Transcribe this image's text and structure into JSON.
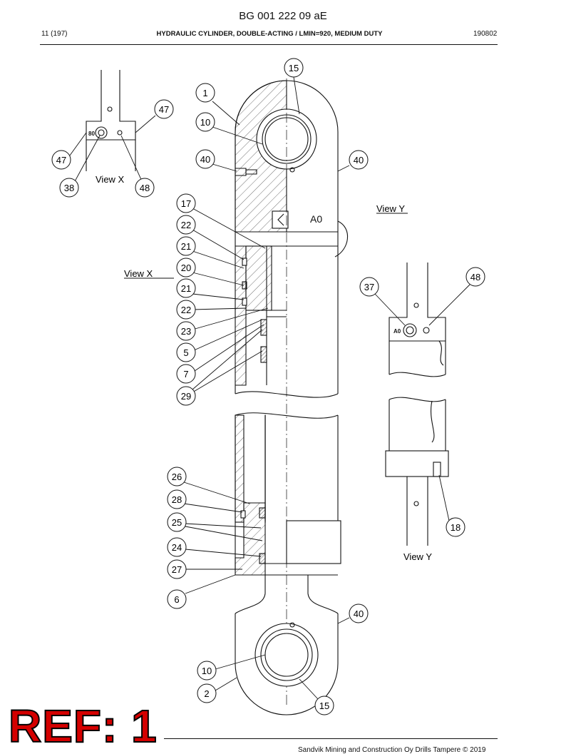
{
  "header": {
    "doc_number": "BG 001 222 09 aE",
    "page_ref": "11 (197)",
    "title": "HYDRAULIC CYLINDER, DOUBLE-ACTING / LMIN=920, MEDIUM DUTY",
    "date_code": "190802"
  },
  "views": {
    "view_x_label": "View X",
    "view_y_label": "View Y",
    "view_x_section_label": "View X",
    "view_y_section_label": "View Y"
  },
  "markings": {
    "body_mark": "A0",
    "valve_mark_left": "80",
    "valve_mark_right": "A0"
  },
  "callouts": [
    {
      "id": "c15a",
      "label": "15"
    },
    {
      "id": "c1",
      "label": "1"
    },
    {
      "id": "c47a",
      "label": "47"
    },
    {
      "id": "c10a",
      "label": "10"
    },
    {
      "id": "c47b",
      "label": "47"
    },
    {
      "id": "c40a",
      "label": "40"
    },
    {
      "id": "c40b",
      "label": "40"
    },
    {
      "id": "c38",
      "label": "38"
    },
    {
      "id": "c48a",
      "label": "48"
    },
    {
      "id": "c17",
      "label": "17"
    },
    {
      "id": "c22a",
      "label": "22"
    },
    {
      "id": "c21a",
      "label": "21"
    },
    {
      "id": "c20",
      "label": "20"
    },
    {
      "id": "c21b",
      "label": "21"
    },
    {
      "id": "c22b",
      "label": "22"
    },
    {
      "id": "c23",
      "label": "23"
    },
    {
      "id": "c5",
      "label": "5"
    },
    {
      "id": "c7",
      "label": "7"
    },
    {
      "id": "c29",
      "label": "29"
    },
    {
      "id": "c37",
      "label": "37"
    },
    {
      "id": "c48b",
      "label": "48"
    },
    {
      "id": "c26",
      "label": "26"
    },
    {
      "id": "c28",
      "label": "28"
    },
    {
      "id": "c25",
      "label": "25"
    },
    {
      "id": "c24",
      "label": "24"
    },
    {
      "id": "c27",
      "label": "27"
    },
    {
      "id": "c6",
      "label": "6"
    },
    {
      "id": "c18",
      "label": "18"
    },
    {
      "id": "c40c",
      "label": "40"
    },
    {
      "id": "c10b",
      "label": "10"
    },
    {
      "id": "c2",
      "label": "2"
    },
    {
      "id": "c15b",
      "label": "15"
    }
  ],
  "ref_badge": "REF: 1",
  "footer": {
    "copyright": "Sandvik Mining and Construction Oy Drills Tampere © 2019"
  }
}
